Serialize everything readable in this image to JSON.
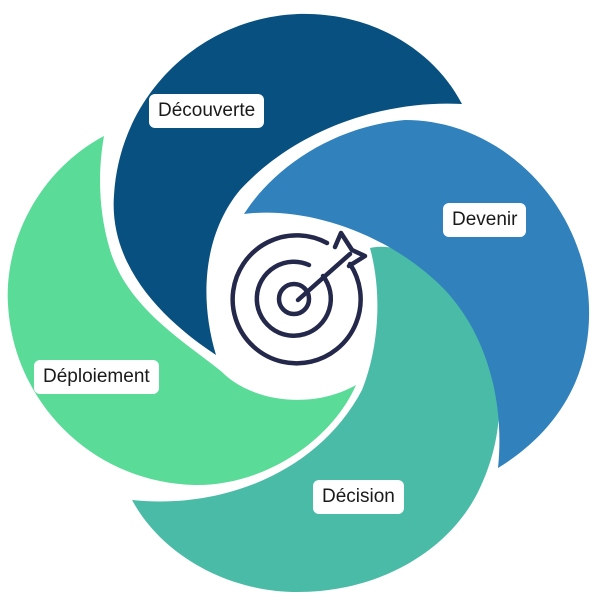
{
  "diagram": {
    "segments": [
      {
        "key": "decouverte",
        "label": "Découverte",
        "color": "#08507F"
      },
      {
        "key": "devenir",
        "label": "Devenir",
        "color": "#3081BC"
      },
      {
        "key": "decision",
        "label": "Décision",
        "color": "#4ABBA6"
      },
      {
        "key": "deploiement",
        "label": "Déploiement",
        "color": "#5ADB98"
      }
    ],
    "center_icon": "target-arrow-icon",
    "icon_color": "#24284A"
  }
}
